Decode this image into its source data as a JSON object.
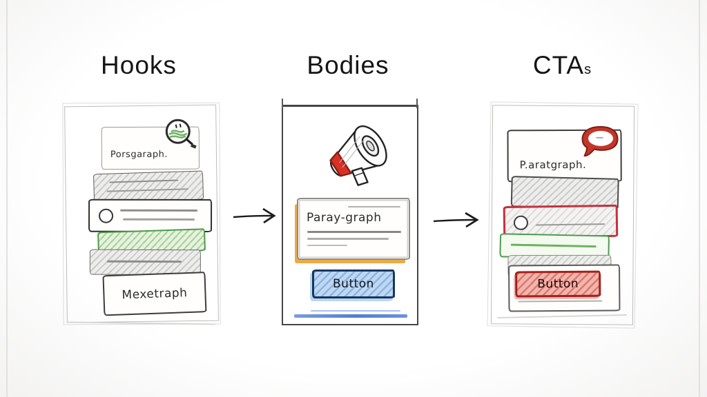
{
  "page": {
    "titles": {
      "hooks": "Hooks",
      "bodies": "Bodies",
      "ctas": "CTA",
      "ctas_suffix": "s"
    }
  },
  "hooks": {
    "top_card_label": "Porsgaraph.",
    "bottom_card_label": "Mexetraph"
  },
  "bodies": {
    "paragraph_label": "Paray-graph",
    "button_label": "Button"
  },
  "ctas": {
    "paragraph_label": "P.aratgraph.",
    "button_label": "Button"
  },
  "icons": {
    "hooks_card_icon": "magnifier-scribble-icon",
    "bodies_icon": "megaphone-icon",
    "ctas_card_icon": "speech-bubble-icon",
    "flow_arrows": "right-arrow-icon"
  },
  "colors": {
    "green_accent": "#58a64c",
    "blue_button_fill": "#bed8f3",
    "blue_button_border": "#17365d",
    "blue_underline": "#4274d0",
    "orange_shadow": "#ecab45",
    "red_accent": "#c5303c",
    "red_button_border": "#a5201a",
    "megaphone_band": "#d93025"
  }
}
